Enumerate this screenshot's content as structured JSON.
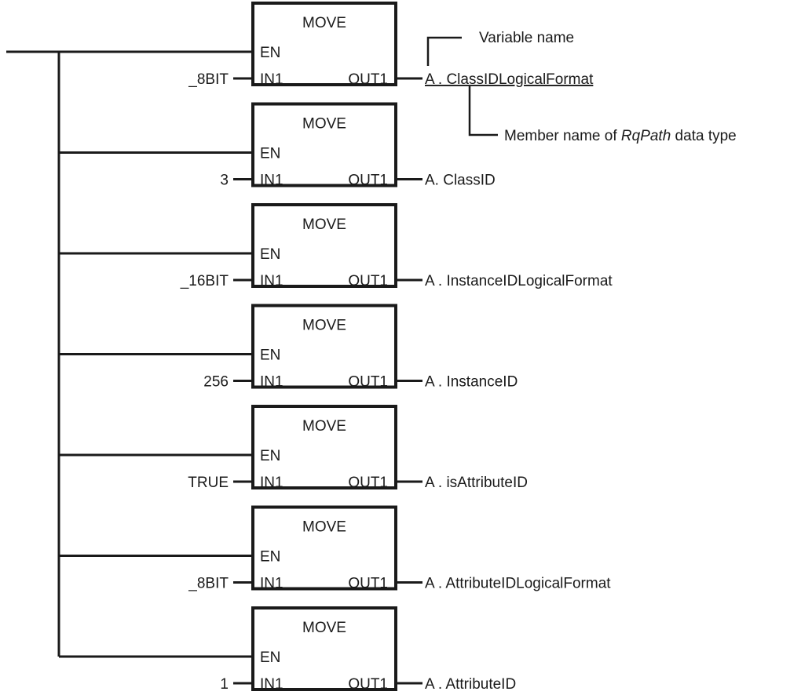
{
  "blocks": [
    {
      "name": "MOVE",
      "en": "EN",
      "in_pin": "IN1",
      "out_pin": "OUT1",
      "input": "_8BIT",
      "output": "A . ClassIDLogicalFormat"
    },
    {
      "name": "MOVE",
      "en": "EN",
      "in_pin": "IN1",
      "out_pin": "OUT1",
      "input": "3",
      "output": "A. ClassID"
    },
    {
      "name": "MOVE",
      "en": "EN",
      "in_pin": "IN1",
      "out_pin": "OUT1",
      "input": "_16BIT",
      "output": "A . InstanceIDLogicalFormat"
    },
    {
      "name": "MOVE",
      "en": "EN",
      "in_pin": "IN1",
      "out_pin": "OUT1",
      "input": "256",
      "output": "A . InstanceID"
    },
    {
      "name": "MOVE",
      "en": "EN",
      "in_pin": "IN1",
      "out_pin": "OUT1",
      "input": "TRUE",
      "output": "A . isAttributeID"
    },
    {
      "name": "MOVE",
      "en": "EN",
      "in_pin": "IN1",
      "out_pin": "OUT1",
      "input": "_8BIT",
      "output": "A . AttributeIDLogicalFormat"
    },
    {
      "name": "MOVE",
      "en": "EN",
      "in_pin": "IN1",
      "out_pin": "OUT1",
      "input": "1",
      "output": "A . AttributeID"
    }
  ],
  "annotations": {
    "variable_name": "Variable name",
    "member_prefix": "Member name of ",
    "member_italic": "RqPath",
    "member_suffix": " data type"
  }
}
